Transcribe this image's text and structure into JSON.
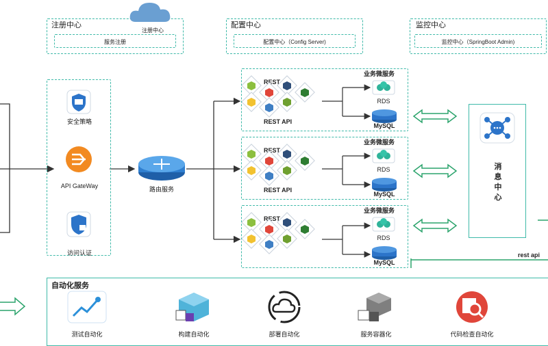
{
  "top": {
    "registry": {
      "title": "注册中心",
      "cloud_label": "注册中心",
      "inner": "服务注册"
    },
    "config": {
      "title": "配置中心",
      "inner": "配置中心（Config Server)"
    },
    "monitor": {
      "title": "监控中心",
      "inner": "监控中心（SpringBoot Admin)"
    }
  },
  "gateway": {
    "security_label": "安全策略",
    "gateway_label": "API GateWay",
    "auth_label": "访问认证"
  },
  "router_label": "路由服务",
  "service_groups": [
    {
      "title": "业务微服务",
      "rest_top": "REST API",
      "rest_bottom": "REST API",
      "rds": "RDS",
      "mysql": "MySQL"
    },
    {
      "title": "业务微服务",
      "rest_top": "REST API",
      "rest_bottom": "REST API",
      "rds": "RDS",
      "mysql": "MySQL"
    },
    {
      "title": "业务微服务",
      "rest_top": "REST API",
      "rest_bottom": "",
      "rds": "RDS",
      "mysql": "MySQL"
    }
  ],
  "message_center": {
    "label": "消息中心",
    "chars": [
      "消",
      "息",
      "中",
      "心"
    ]
  },
  "rest_api_label": "rest api",
  "automation": {
    "title": "自动化服务",
    "items": [
      {
        "label": "测试自动化",
        "icon": "trend-chart-icon"
      },
      {
        "label": "构建自动化",
        "icon": "cube-build-icon"
      },
      {
        "label": "部署自动化",
        "icon": "cloud-deploy-icon"
      },
      {
        "label": "服务容器化",
        "icon": "container-cubes-icon"
      },
      {
        "label": "代码检查自动化",
        "icon": "code-inspect-icon"
      }
    ]
  },
  "colors": {
    "teal": "#3db9a8",
    "green_arrow": "#2aa36b",
    "orange": "#f28a21",
    "blue": "#2c74c9"
  }
}
